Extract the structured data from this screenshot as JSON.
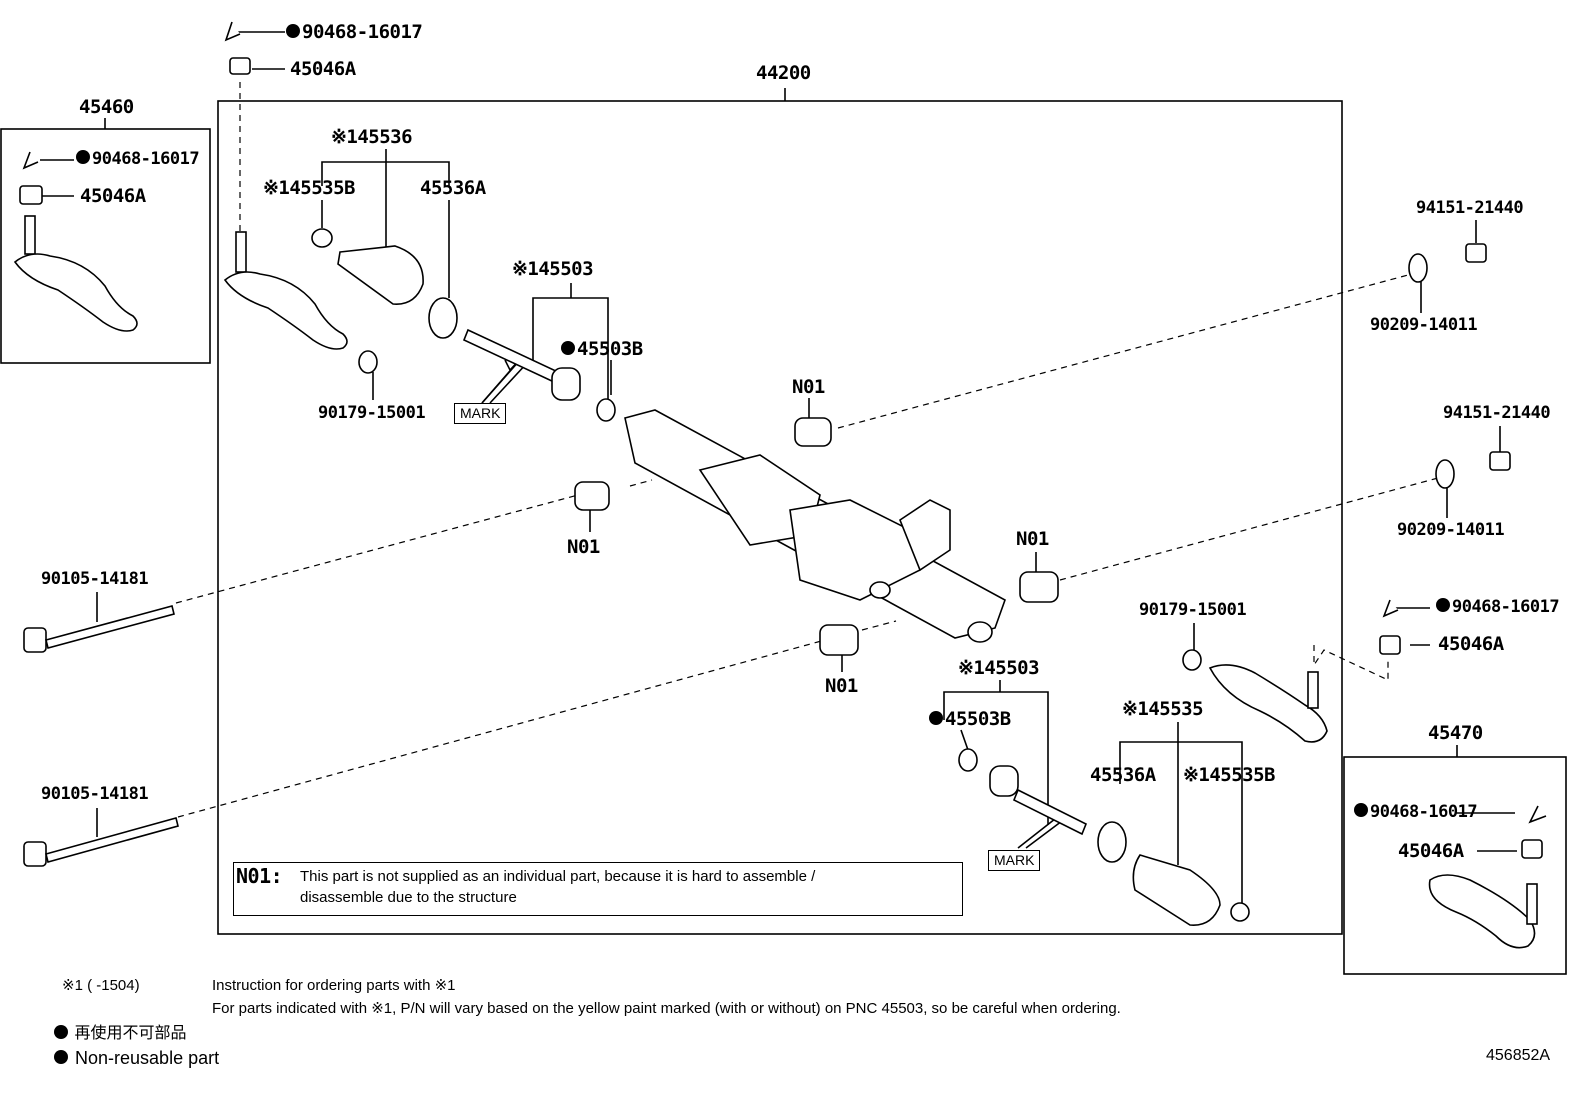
{
  "labels": {
    "bolt_45460_top": "90468-16017",
    "nut_45460_top": "45046A",
    "tie_rod_left_top": "90468-16017",
    "nut_left_top": "45046A",
    "assy_main": "44200",
    "tie_rod_end_left": "45460",
    "boot_left": "45536",
    "clamp_left": "45535B",
    "clip_left": "45536A",
    "rack_end_left": "45503",
    "washer_left": "45503B",
    "nut_90179_left": "90179-15001",
    "mark_left": "MARK",
    "n01_top": "N01",
    "n01_mid_left": "N01",
    "n01_right": "N01",
    "n01_bottom": "N01",
    "nut_94151_a": "94151-21440",
    "washer_90209_a": "90209-14011",
    "nut_94151_b": "94151-21440",
    "washer_90209_b": "90209-14011",
    "bolt_90105_a": "90105-14181",
    "bolt_90105_b": "90105-14181",
    "nut_90179_right": "90179-15001",
    "tie_rod_right_bolt": "90468-16017",
    "tie_rod_right_nut": "45046A",
    "rack_end_right": "45503",
    "washer_right": "45503B",
    "boot_right": "45535",
    "clip_right": "45536A",
    "clamp_right": "45535B",
    "mark_right": "MARK",
    "tie_rod_end_right": "45470",
    "bolt_45470": "90468-16017",
    "nut_45470": "45046A",
    "ref_mark": "※1"
  },
  "n01_note": {
    "code": "N01:",
    "line1": "This part is not supplied as an individual part, because it is hard to assemble /",
    "line2": "disassemble  due to the structure"
  },
  "footer": {
    "ref": "※1 (      -1504)",
    "instruction_title": "Instruction for ordering parts with ※1",
    "instruction_body": "For parts indicated with ※1, P/N will vary based on the yellow paint marked (with or without) on PNC 45503, so be careful when ordering.",
    "jp_non_reusable": "再使用不可部品",
    "en_non_reusable": "Non-reusable part",
    "figure_id": "456852A"
  }
}
